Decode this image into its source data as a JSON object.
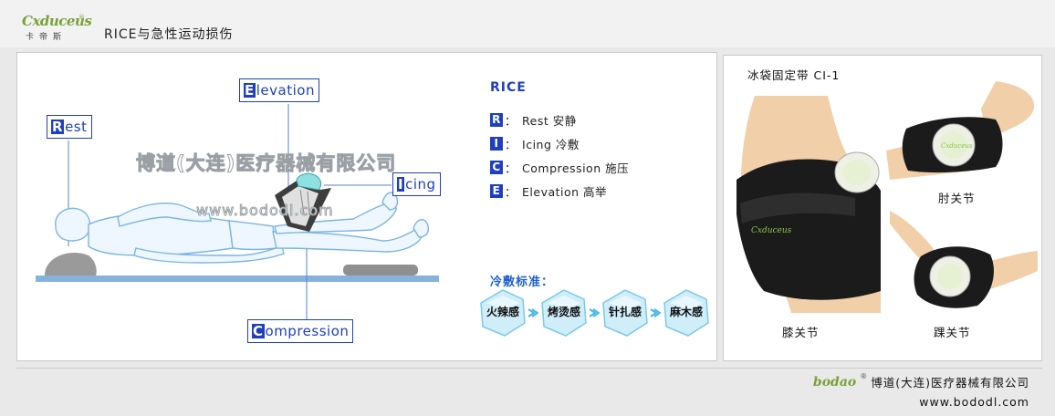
{
  "header": {
    "logo_word": "Cxduceus",
    "logo_reg": "®",
    "logo_cn": "卡帝斯",
    "title": "RICE与急性运动损伤"
  },
  "diagram": {
    "labels": {
      "rest": {
        "lead": "R",
        "rest": "est"
      },
      "elevation": {
        "lead": "E",
        "rest": "levation"
      },
      "icing": {
        "lead": "I",
        "rest": "cing"
      },
      "compression": {
        "lead": "C",
        "rest": "ompression"
      }
    },
    "watermark_company": "博道(大连)医疗器械有限公司",
    "watermark_url": "www.bododl.com"
  },
  "rice": {
    "title": "RICE",
    "items": [
      {
        "letter": "R",
        "text": "Rest 安静"
      },
      {
        "letter": "I",
        "text": "Icing 冷敷"
      },
      {
        "letter": "C",
        "text": "Compression 施压"
      },
      {
        "letter": "E",
        "text": "Elevation 高举"
      }
    ],
    "separator": "："
  },
  "cold_scale": {
    "title": "冷敷标准：",
    "steps": [
      "火辣感",
      "烤烫感",
      "针扎感",
      "麻木感"
    ]
  },
  "product": {
    "name": "冰袋固定带 CI-1",
    "captions": {
      "elbow": "肘关节",
      "knee": "膝关节",
      "ankle": "踝关节"
    },
    "brand_on_strap": "Cxduceus"
  },
  "footer": {
    "brand": "bodao",
    "reg": "®",
    "company": "博道(大连)医疗器械有限公司",
    "website": "www.bododl.com"
  },
  "colors": {
    "accent_blue": "#1e3fc0",
    "brand_green": "#7aa23a",
    "body_fill": "#eef6ff",
    "body_stroke": "#7bb6df",
    "bed": "#86b3dc"
  }
}
